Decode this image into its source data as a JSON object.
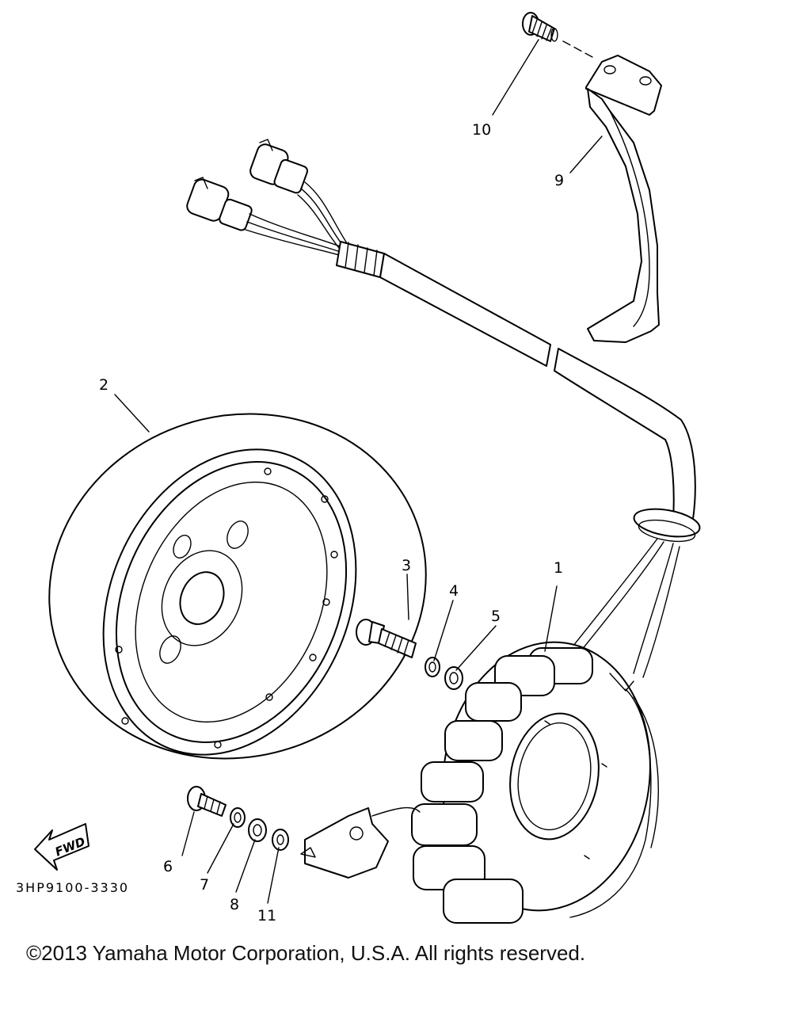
{
  "diagram": {
    "callouts": [
      "1",
      "2",
      "3",
      "4",
      "5",
      "6",
      "7",
      "8",
      "9",
      "10",
      "11"
    ],
    "part_code": "3HP9100-3330",
    "fwd_label": "FWD"
  },
  "footer": {
    "copyright": "©2013 Yamaha Motor Corporation, U.S.A. All rights reserved."
  }
}
